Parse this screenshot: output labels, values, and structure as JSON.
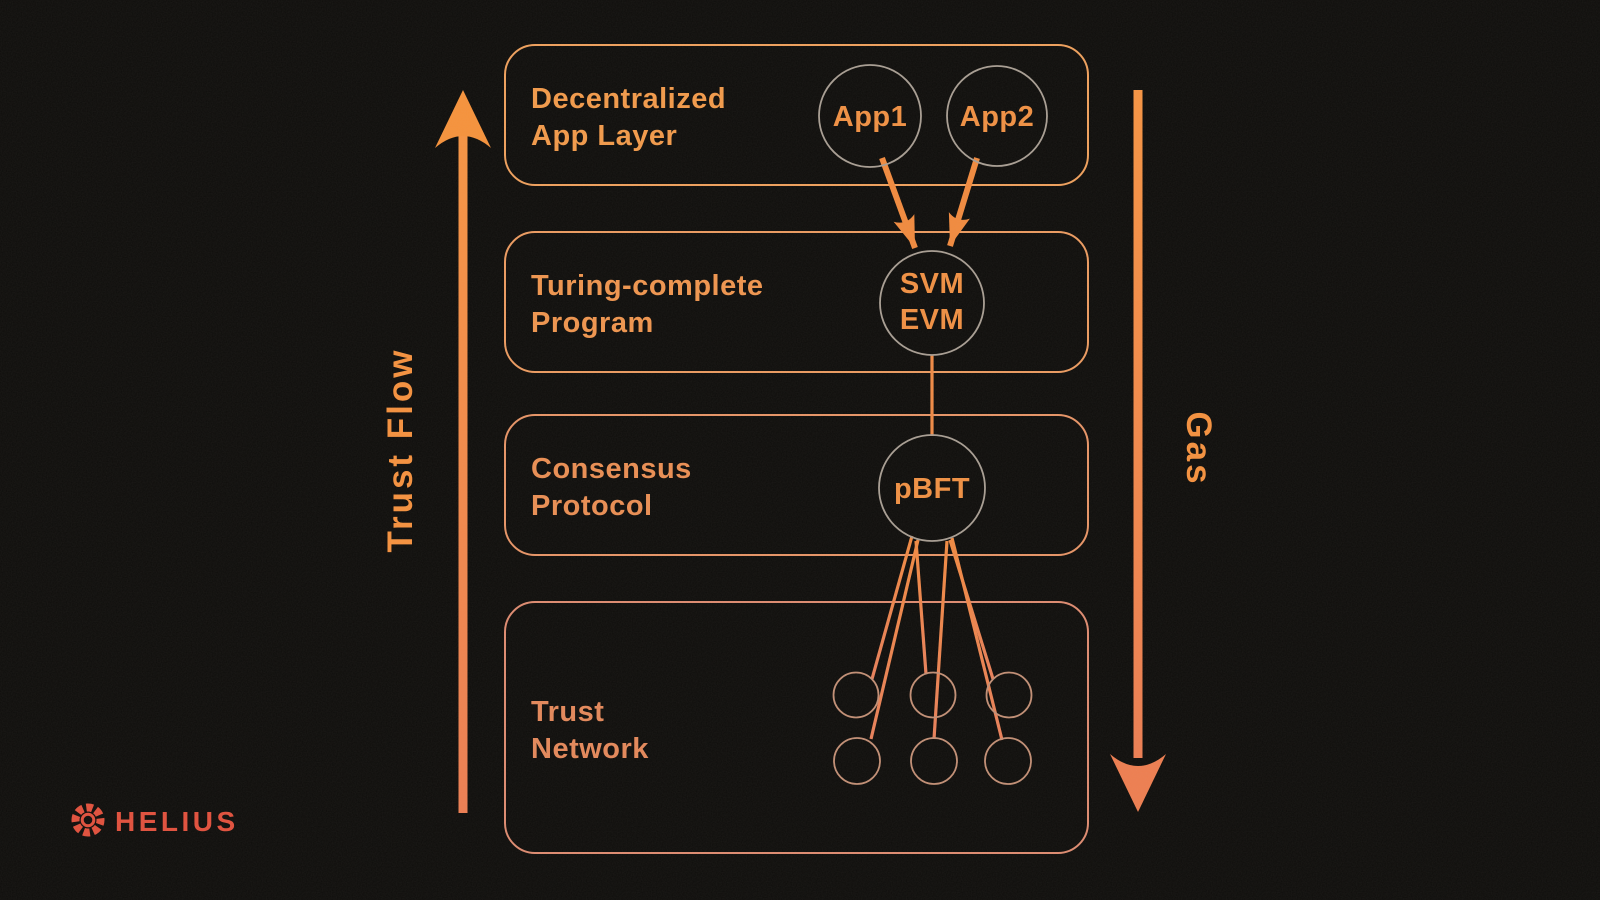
{
  "colors": {
    "background": "#0e0d0b",
    "accent_top": "#F5913E",
    "accent_bottom": "#EE7E52",
    "edge_orange": "#EF8A45",
    "node_stroke": "#A89E93",
    "leaf_stroke": "#C28F75",
    "node_text": "#F09043",
    "logo": "#E1503C"
  },
  "axes": {
    "left_label": "Trust Flow",
    "right_label": "Gas"
  },
  "layers": [
    {
      "title_line1": "Decentralized",
      "title_line2": "App Layer",
      "border_color": "#EFA05C",
      "label_color": "#F29A4A"
    },
    {
      "title_line1": "Turing-complete",
      "title_line2": "Program",
      "border_color": "#EC9B60",
      "label_color": "#EF954E"
    },
    {
      "title_line1": "Consensus",
      "title_line2": "Protocol",
      "border_color": "#E79466",
      "label_color": "#EA8E53"
    },
    {
      "title_line1": "Trust",
      "title_line2": "Network",
      "border_color": "#DE8B70",
      "label_color": "#E4885A"
    }
  ],
  "nodes": {
    "app1": "App1",
    "app2": "App2",
    "vm_top": "SVM",
    "vm_bottom": "EVM",
    "consensus": "pBFT"
  },
  "brand": {
    "name": "HELIUS"
  }
}
